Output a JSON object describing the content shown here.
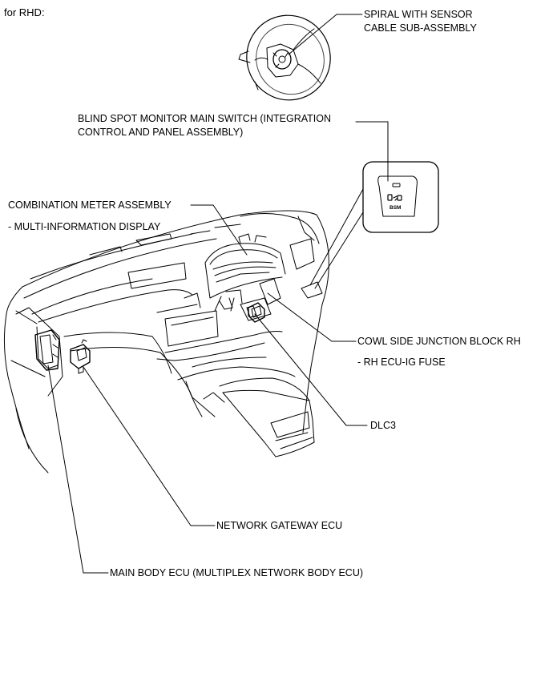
{
  "header": "for RHD:",
  "callouts": {
    "spiral_cable_1": "SPIRAL WITH SENSOR",
    "spiral_cable_2": "CABLE SUB-ASSEMBLY",
    "bsm_switch_1": "BLIND SPOT MONITOR MAIN SWITCH (INTEGRATION",
    "bsm_switch_2": "CONTROL AND PANEL ASSEMBLY)",
    "combination_meter": "COMBINATION METER ASSEMBLY",
    "multi_info_display": "- MULTI-INFORMATION DISPLAY",
    "cowl_junction_block": "COWL SIDE JUNCTION BLOCK RH",
    "rh_ecu_ig_fuse": "- RH ECU-IG FUSE",
    "dlc3": "DLC3",
    "network_gateway_ecu": "NETWORK GATEWAY ECU",
    "main_body_ecu": "MAIN BODY ECU (MULTIPLEX NETWORK BODY ECU)"
  },
  "switch_inset": {
    "button_text": "BSM"
  }
}
